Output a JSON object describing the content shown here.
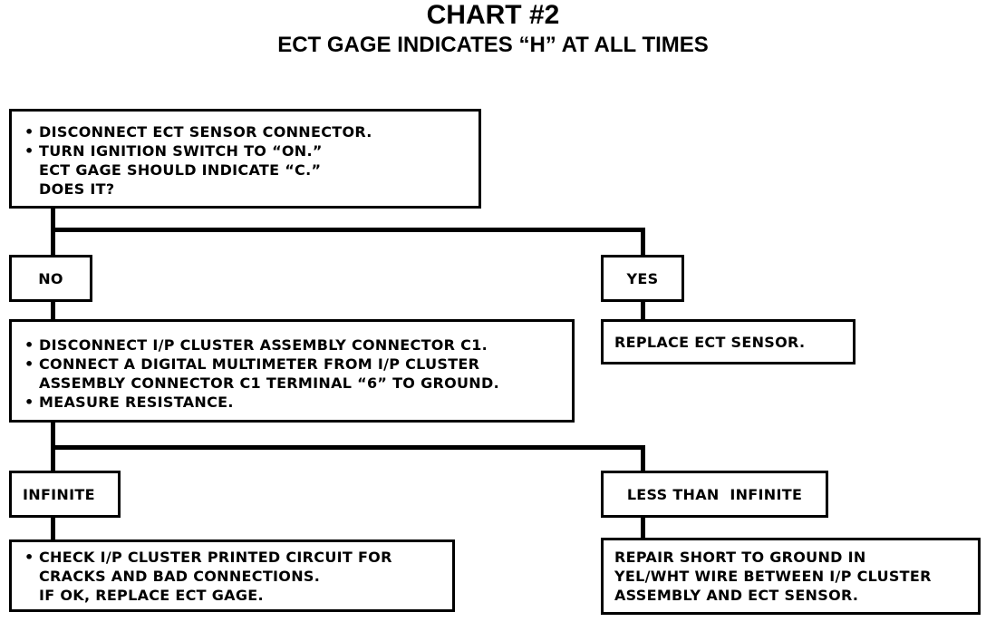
{
  "title": "CHART #2",
  "subtitle": "ECT GAGE INDICATES “H” AT ALL TIMES",
  "bullet": "•",
  "step1": {
    "line1": "DISCONNECT ECT SENSOR CONNECTOR.",
    "line2": "TURN IGNITION SWITCH TO “ON.”",
    "line3": "ECT GAGE SHOULD INDICATE “C.”",
    "line4": "DOES IT?"
  },
  "branch1": {
    "no": "NO",
    "yes": "YES"
  },
  "yes_action": "REPLACE ECT SENSOR.",
  "step2": {
    "line1": "DISCONNECT I/P CLUSTER ASSEMBLY CONNECTOR C1.",
    "line2": "CONNECT A DIGITAL MULTIMETER FROM I/P CLUSTER",
    "line3": "ASSEMBLY CONNECTOR C1 TERMINAL “6” TO GROUND.",
    "line4": "MEASURE RESISTANCE."
  },
  "branch2": {
    "infinite": "INFINITE",
    "less": "LESS THAN  INFINITE"
  },
  "infinite_action": {
    "line1": "CHECK I/P CLUSTER PRINTED CIRCUIT FOR",
    "line2": "CRACKS AND BAD CONNECTIONS.",
    "line3": "IF OK, REPLACE ECT GAGE."
  },
  "less_action": {
    "line1": "REPAIR SHORT TO GROUND IN",
    "line2": "YEL/WHT WIRE BETWEEN I/P CLUSTER",
    "line3": "ASSEMBLY AND ECT SENSOR."
  }
}
